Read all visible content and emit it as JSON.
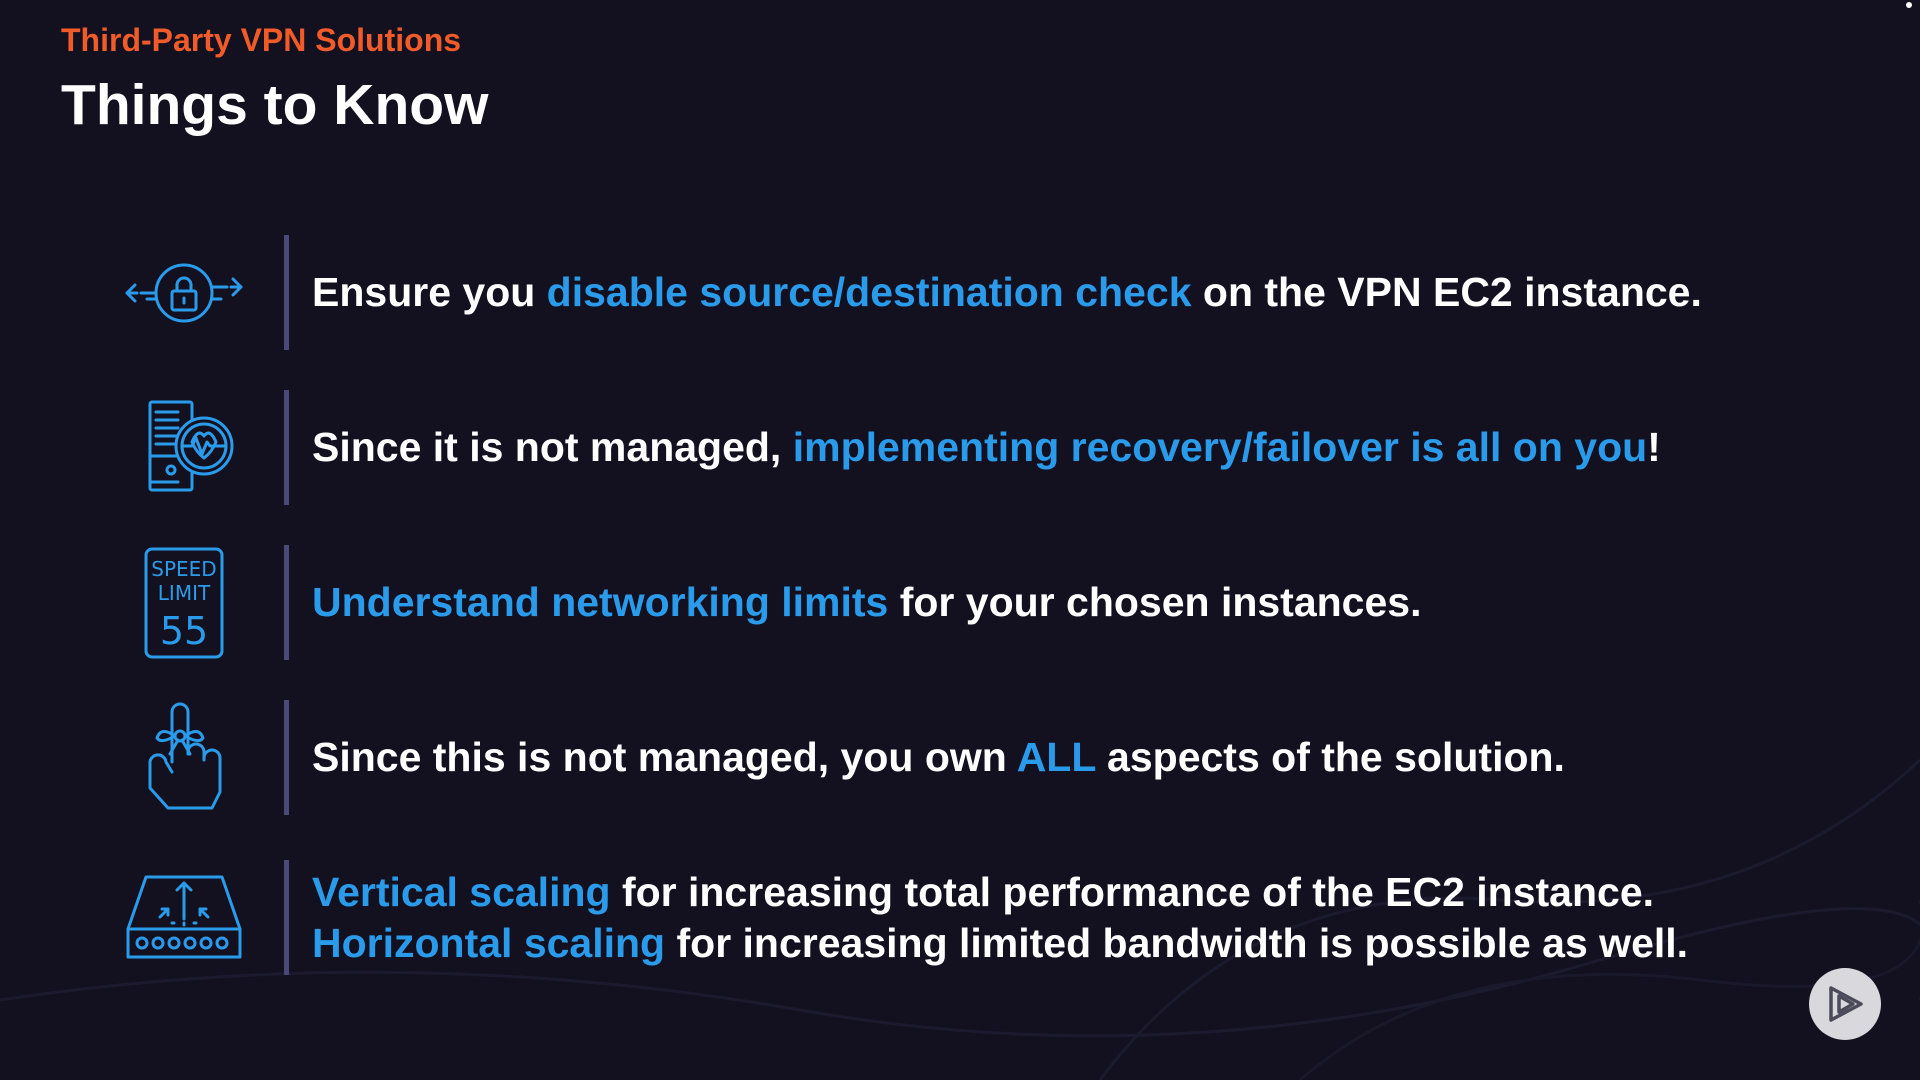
{
  "slide": {
    "subtitle": "Third-Party VPN Solutions",
    "title": "Things to Know"
  },
  "colors": {
    "background": "#13111f",
    "subtitle": "#f15b2a",
    "highlight": "#2a9bea",
    "text": "#ffffff",
    "divider": "#4a4a7a"
  },
  "items": [
    {
      "icon": "lock-arrows-icon",
      "lines": [
        {
          "pre": "Ensure you ",
          "highlight": "disable source/destination check",
          "post": " on the VPN EC2 instance."
        }
      ]
    },
    {
      "icon": "server-heartbeat-icon",
      "lines": [
        {
          "pre": "Since it is not managed, ",
          "highlight": "implementing recovery/failover is all on you",
          "post": "!"
        }
      ]
    },
    {
      "icon": "speed-limit-sign-icon",
      "icon_text": [
        "SPEED",
        "LIMIT",
        "55"
      ],
      "lines": [
        {
          "pre": "",
          "highlight": "Understand networking limits",
          "post": " for your chosen instances."
        }
      ]
    },
    {
      "icon": "finger-string-reminder-icon",
      "lines": [
        {
          "pre": "Since this is not managed, you own ",
          "highlight": "ALL",
          "post": " aspects of the solution."
        }
      ]
    },
    {
      "icon": "scaling-device-icon",
      "lines": [
        {
          "pre": "",
          "highlight": "Vertical scaling",
          "post": " for increasing total performance of the EC2 instance."
        },
        {
          "pre": "",
          "highlight": "Horizontal scaling",
          "post": " for increasing limited bandwidth is possible as well."
        }
      ]
    }
  ],
  "play_button": {
    "icon": "play-icon"
  }
}
